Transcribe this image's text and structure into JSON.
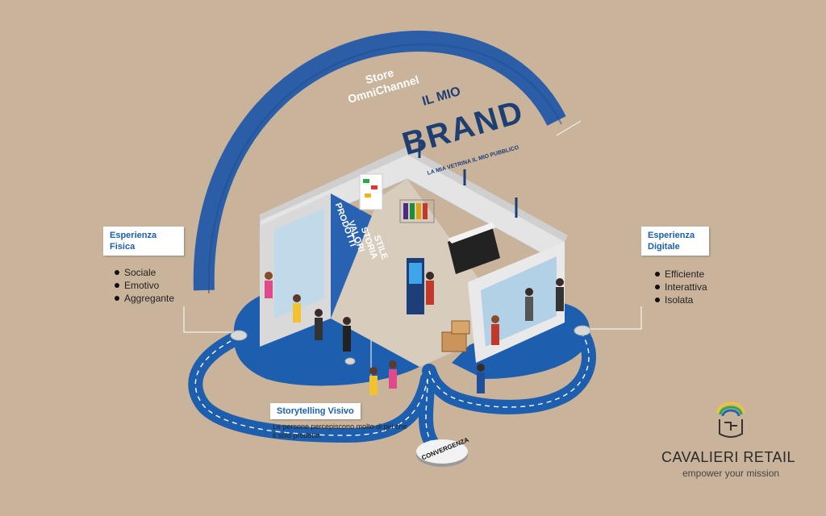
{
  "arc_label": {
    "line1": "Store",
    "line2": "OmniChannel"
  },
  "sign": {
    "top": "IL MIO",
    "main": "BRAND",
    "sub": "LA MIA VETRINA IL MIO PUBBLICO"
  },
  "wall_panel": {
    "words": [
      "PRODOTTI",
      "VALORI",
      "STORIA",
      "STILE"
    ]
  },
  "left_callout": {
    "title_line1": "Esperienza",
    "title_line2": "Fisica",
    "items": [
      "Sociale",
      "Emotivo",
      "Aggregante"
    ]
  },
  "right_callout": {
    "title_line1": "Esperienza",
    "title_line2": "Digitale",
    "items": [
      "Efficiente",
      "Interattiva",
      "Isolata"
    ]
  },
  "storytelling": {
    "title": "Storytelling Visivo",
    "desc": "Le persone percepiscono molto di più che il solo prodotto."
  },
  "convergence": {
    "label": "CONVERGENZA"
  },
  "company": {
    "name": "CAVALIERI RETAIL",
    "tagline": "empower your mission",
    "logo": "cavalieri-logo-icon"
  },
  "colors": {
    "background": "#c9b39b",
    "accent_blue": "#1a5fb4",
    "road": "#1d5fae",
    "store_wall": "#e8e8e8"
  }
}
